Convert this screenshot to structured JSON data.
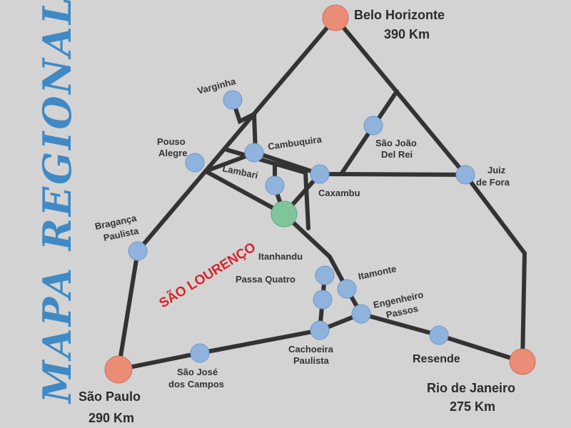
{
  "title": "MAPA REGIONAL",
  "colors": {
    "background": "#d3d3d3",
    "road": "#333333",
    "title": "#3f8ac4",
    "city_blue": "#8fb3dc",
    "city_big": "#eb8c77",
    "city_main": "#7fc59b",
    "highlight_text": "#d9252a"
  },
  "cities": {
    "belo_horizonte": {
      "name": "Belo Horizonte",
      "distance": "390 Km"
    },
    "sao_paulo": {
      "name": "São Paulo",
      "distance": "290 Km"
    },
    "rio_de_janeiro": {
      "name": "Rio de Janeiro",
      "distance": "275 Km"
    },
    "sao_lourenco": {
      "name": "SÃO LOURENÇO"
    },
    "varginha": {
      "name": "Varginha"
    },
    "pouso_alegre": {
      "name_line1": "Pouso",
      "name_line2": "Alegre"
    },
    "cambuquira": {
      "name": "Cambuquira"
    },
    "lambari": {
      "name": "Lambari"
    },
    "caxambu": {
      "name": "Caxambu"
    },
    "sao_joao_del_rei": {
      "name_line1": "São João",
      "name_line2": "Del Rei"
    },
    "juiz_de_fora": {
      "name_line1": "Juiz",
      "name_line2": "de Fora"
    },
    "braganca_paulista": {
      "name_line1": "Bragança",
      "name_line2": "Paulista"
    },
    "itanhandu": {
      "name": "Itanhandu"
    },
    "passa_quatro": {
      "name": "Passa Quatro"
    },
    "itamonte": {
      "name": "Itamonte"
    },
    "engenheiro_passos": {
      "name_line1": "Engenheiro",
      "name_line2": "Passos"
    },
    "cachoeira_paulista": {
      "name_line1": "Cachoeira",
      "name_line2": "Paulista"
    },
    "sao_jose_dos_campos": {
      "name_line1": "São José",
      "name_line2": "dos Campos"
    },
    "resende": {
      "name": "Resende"
    }
  }
}
